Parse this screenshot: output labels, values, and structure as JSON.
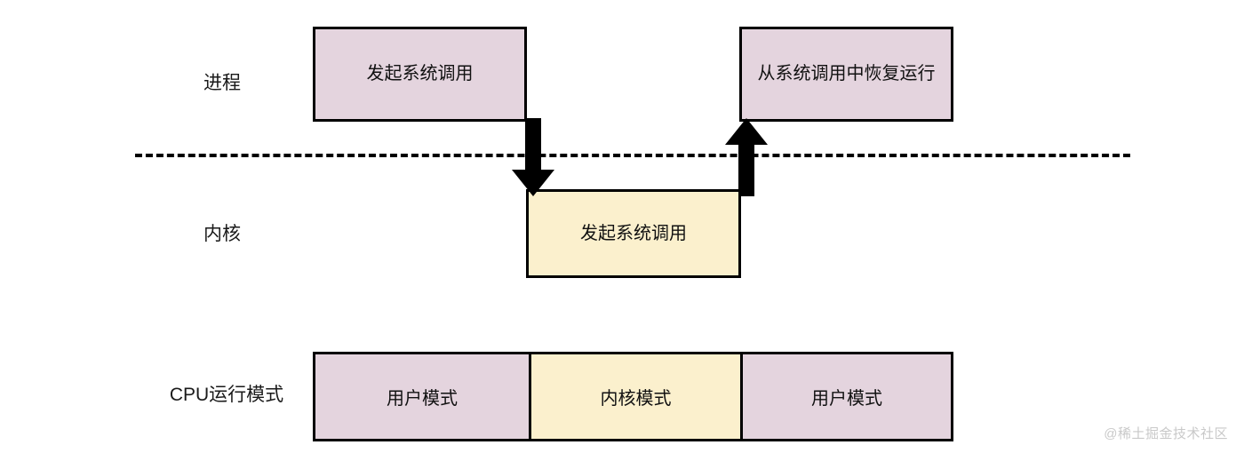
{
  "diagram": {
    "title_visible": false,
    "rows": [
      {
        "id": "process",
        "label": "进程"
      },
      {
        "id": "kernel",
        "label": "内核"
      },
      {
        "id": "cpu_mode",
        "label": "CPU运行模式"
      }
    ],
    "boxes": [
      {
        "id": "syscall_start",
        "label": "发起系统调用",
        "fill": "#e4d4de"
      },
      {
        "id": "syscall_return",
        "label": "从系统调用中恢复运行",
        "fill": "#e4d4de"
      },
      {
        "id": "kernel_syscall",
        "label": "发起系统调用",
        "fill": "#fbf0cd"
      }
    ],
    "cpu_mode_cells": [
      {
        "id": "user_mode_1",
        "label": "用户模式",
        "fill": "#e4d4de"
      },
      {
        "id": "kernel_mode",
        "label": "内核模式",
        "fill": "#fbf0cd"
      },
      {
        "id": "user_mode_2",
        "label": "用户模式",
        "fill": "#e4d4de"
      }
    ],
    "arrows": [
      {
        "id": "enter_kernel",
        "direction": "down",
        "icon": "arrow-down-icon"
      },
      {
        "id": "return_user",
        "direction": "up",
        "icon": "arrow-up-icon"
      }
    ],
    "boundary": {
      "id": "privilege_boundary",
      "style": "dashed",
      "color": "#000000"
    }
  },
  "watermark": {
    "text": "@稀土掘金技术社区",
    "color": "#c9c9c9"
  }
}
